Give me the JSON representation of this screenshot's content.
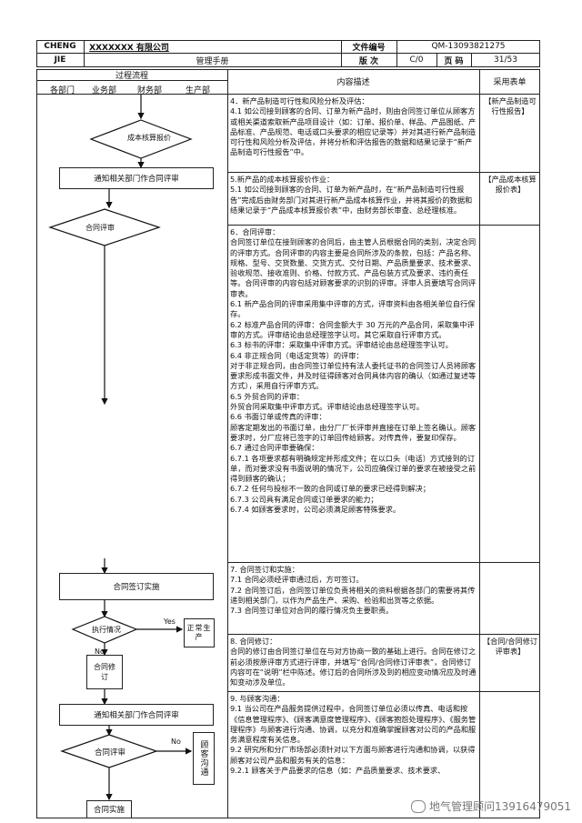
{
  "header": {
    "company_short": "CHENG",
    "company_short2": "JIE",
    "company_name": "XXXXXXX 有限公司",
    "manual": "管理手册",
    "doc_no_label": "文件编号",
    "doc_no": "QM-13093821275",
    "version_label": "版 次",
    "version": "C/0",
    "page_label": "页 码",
    "page": "31/53"
  },
  "columns": {
    "process": "过程流程",
    "dept_all": "各部门",
    "dept_sales": "业务部",
    "dept_finance": "财务部",
    "dept_production": "生产部",
    "content": "内容描述",
    "forms": "采用表单"
  },
  "flow": {
    "cost_review": "成本核算报价",
    "notify1": "通知相关部门作合同评审",
    "contract_review1": "合同评审",
    "contract_sign": "合同签订实施",
    "execute_status": "执行情况",
    "yes": "Yes",
    "no1": "No",
    "normal_production": "正常生产",
    "contract_modify": "合同修订",
    "notify2": "通知相关部门作合同评审",
    "contract_review2": "合同评审",
    "no2": "No",
    "customer_comm": "顾客沟通",
    "contract_impl": "合同实施"
  },
  "sections": [
    {
      "text": "4．新产品制造可行性和风险分析及评估：\n4.1 如公司接到顾客的合同、订单为新产品时，则由合同签订单位从顾客方或相关渠道索取新产品项目设计（如：订单、报价单、样品、产品图纸、产品标准、产品规范、电话或口头要求的相应记录等）并对其进行新产品制造可行性和风险分析及评估，并将分析和评估报告的数据和结果记录于“新产品制造可行性报告”中。",
      "form": "【新产品制造可行性报告】"
    },
    {
      "text": "5.新产品的成本核算报价作业：\n5.1 如公司接到顾客的合同、订单为新产品时，在“新产品制造可行性报告”完成后由财务部门对其进行新产品成本核算作业，并将其报价的数据和结果记录于“产品成本核算报价表”中，由财务部长审查、总经理核准。",
      "form": "【产品成本核算报价表】"
    },
    {
      "text": "6．合同评审：\n合同签订单位在接到顾客的合同后，由主管人员根据合同的类别，决定合同的评审方式。合同评审的内容主要是合同所涉及的条款，包括：产品名称、规格、型号、交货数量、交货方式、交付日期、产品质量要求、技术要求、验收规范、接收准则、价格、付款方式、产品包装方式及要求、违约责任等。合同评审的内容包括对顾客要求的识别的评审。评审人员要填写合同评审表。\n6.1 新产品合同的评审采用集中评审的方式，评审资料由各相关单位自行保存。\n6.2 标准产品合同的评审：合同金额大于 30 万元的产品合同，采取集中评审的方式。评审结论由总经理签字认可。其它采取自行评审方式。\n6.3 标书的评审：采取集中评审方式。评审结论由总经理签字认可。\n6.4 非正规合同（电话定货等）的评审：\n对于非正规合同，由合同签订单位持有法人委托证书的合同签订人员将顾客要求形成书面文件，并及时征得顾客对合同具体内容的确认（如通过复述等方式），采用自行评审方式。\n6.5 外贸合同的评审：\n外贸合同采取集中评审方式。评审结论由总经理签字认可。\n6.6 书面订单或传真的评审：\n顾客定期发出的书面订单，由分厂厂长评审并直接在订单上签名确认。顾客要求时，分厂应将已签字的订单回传给顾客。对传真件，要复印保存。\n6.7 通过合同评审要确保：\n6.7.1 各项要求都有明确规定并形成文件；在以口头（电话）方式接到的订单，而对要求没有书面说明的情况下，公司应确保订单的要求在被接受之前得到顾客的确认；\n6.7.2 任何与投标不一致的合同或订单的要求已经得到解决；\n6.7.3 公司具有满足合同或订单要求的能力；\n6.7.4 如顾客要求时，公司必须满足顾客特殊要求。",
      "form": ""
    },
    {
      "text": "7. 合同签订和实施：\n7.1 合同必须经评审通过后，方可签订。\n7.2 合同签订后，合同签订单位负责将相关的资料根据各部门的需要将其传递到相关部门，以作为产品生产、采购、检验和出货等之依据。\n7.3 合同签订单位对合同的履行情况负主要职责。",
      "form": ""
    },
    {
      "text": "8. 合同修订：\n合同的修订由合同签订单位在与对方协商一致的基础上进行。合同在修订之前必须按原评审方式进行评审，并填写“合同/合同修订评审表”，合同修订内容可在“说明”栏中陈述。修订后的合同所涉及到的相应变动情况应及时通知变动涉及单位。",
      "form": "【合同/合同修订评审表】"
    },
    {
      "text": "9. 与顾客沟通：\n9.1 当公司在产品服务提供过程中，合同签订单位必须以传真、电话和按《信息管理程序》、《顾客满意度管理程序》、《顾客抱怨处理程序》、《服务管理程序》与顾客进行沟通、协调，以充分和准确掌握顾客对公司的产品和服务满意程度有关信息。\n9.2 研究所和分厂市场部必须针对以下方面与顾客进行沟通和协调，以获得顾客对公司产品和服务有关的信息：\n9.2.1 顾客关于产品要求的信息（如：产品质量要求、技术要求、",
      "form": ""
    }
  ],
  "watermark": "地气管理顾问13916479051"
}
